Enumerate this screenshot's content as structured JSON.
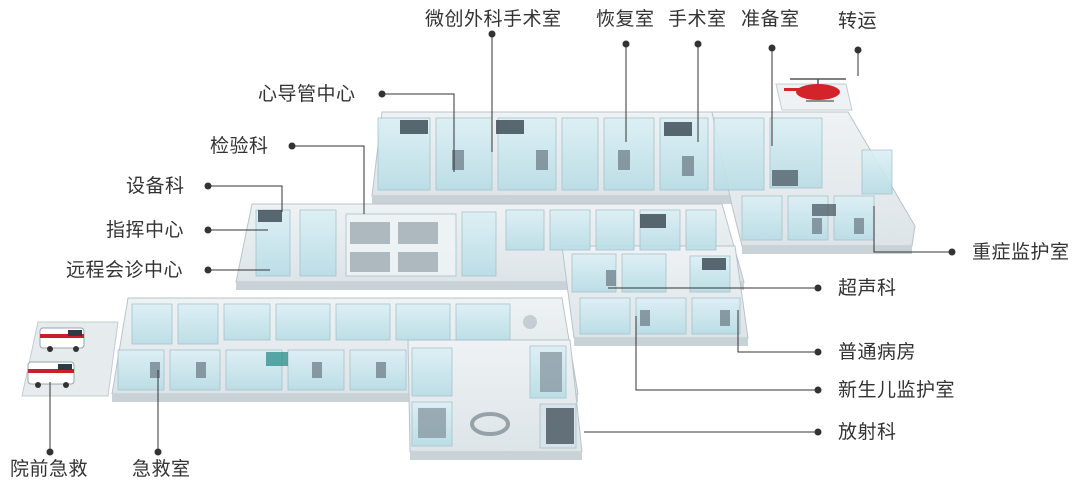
{
  "colors": {
    "label": "#333333",
    "leader": "#333333",
    "floor": "#e9eef1",
    "floor_edge": "#b9c4ca",
    "room_glass": "#cfe8ef",
    "wall": "#f6f8f9",
    "ambulance_red": "#c8202a",
    "helicopter_red": "#d3232b",
    "equipment": "#6f7f8a"
  },
  "labels": {
    "minimally_invasive_or": "微创外科手术室",
    "recovery_room": "恢复室",
    "operating_room": "手术室",
    "prep_room": "准备室",
    "transfer": "转运",
    "cardiac_cath_center": "心导管中心",
    "laboratory": "检验科",
    "equipment_dept": "设备科",
    "command_center": "指挥中心",
    "remote_consult_center": "远程会诊中心",
    "icu": "重症监护室",
    "ultrasound": "超声科",
    "general_ward": "普通病房",
    "nicu": "新生儿监护室",
    "radiology": "放射科",
    "pre_hospital_emergency": "院前急救",
    "emergency_room": "急救室"
  }
}
